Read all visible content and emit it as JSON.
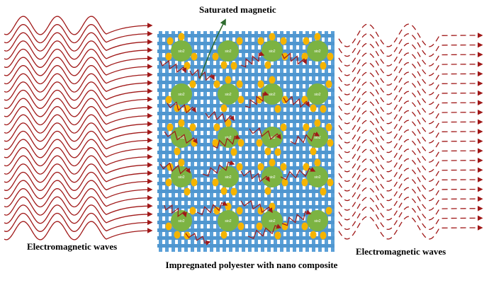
{
  "labels": {
    "top": "Saturated magnetic",
    "left": "Electromagnetic waves",
    "right": "Electromagnetic waves",
    "bottom": "Impregnated polyester with nano composite"
  },
  "particle_label": "sio2",
  "colors": {
    "wave": "#a01818",
    "fabric_weft": "#4f96cf",
    "fabric_warp": "#5aa0d8",
    "particle": "#7cb342",
    "nano_dot": "#f5b400",
    "pointer_arrow": "#2e6b2e"
  }
}
